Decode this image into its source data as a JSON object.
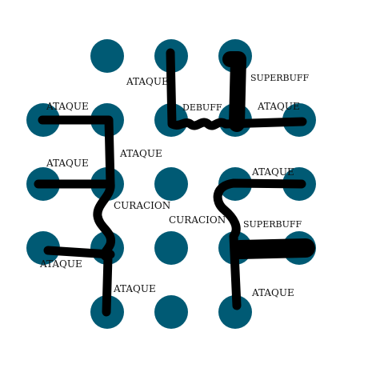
{
  "colors": {
    "node": "#005a74",
    "path": "#000000",
    "background": "#ffffff",
    "text": "#111111"
  },
  "labels": {
    "ataque_top_left": "ATAQUE",
    "debuff_top": "DEBUFF",
    "superbuff_top": "SUPERBUFF",
    "ataque_left_row1": "ATAQUE",
    "ataque_right_row1": "ATAQUE",
    "ataque_mid_col1": "ATAQUE",
    "ataque_left_row2": "ATAQUE",
    "ataque_right_row2": "ATAQUE",
    "curacion_left": "CURACION",
    "curacion_center": "CURACION",
    "superbuff_mid": "SUPERBUFF",
    "ataque_left_row3": "ATAQUE",
    "ataque_bottom_mid": "ATAQUE",
    "ataque_bottom_right": "ATAQUE"
  }
}
